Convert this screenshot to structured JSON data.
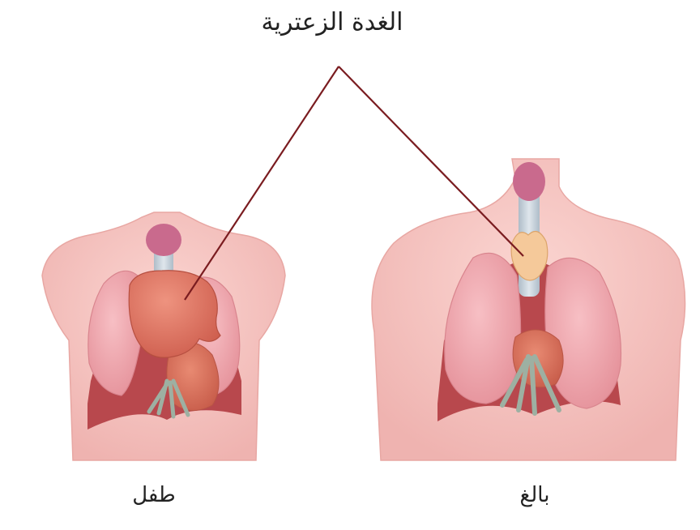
{
  "title": "الغدة الزعترية",
  "figures": {
    "child": {
      "caption": "طفل"
    },
    "adult": {
      "caption": "بالغ"
    }
  },
  "colors": {
    "skin": "#f7c6c3",
    "skin_shade": "#efb3b0",
    "lung": "#f0a6ad",
    "thymus_child": "#e27a68",
    "thymus_adult": "#f5c99a",
    "heart": "#d8715e",
    "cavity": "#b8484d",
    "trachea": "#c9d3dc",
    "pointer_line": "#7a1c20"
  }
}
